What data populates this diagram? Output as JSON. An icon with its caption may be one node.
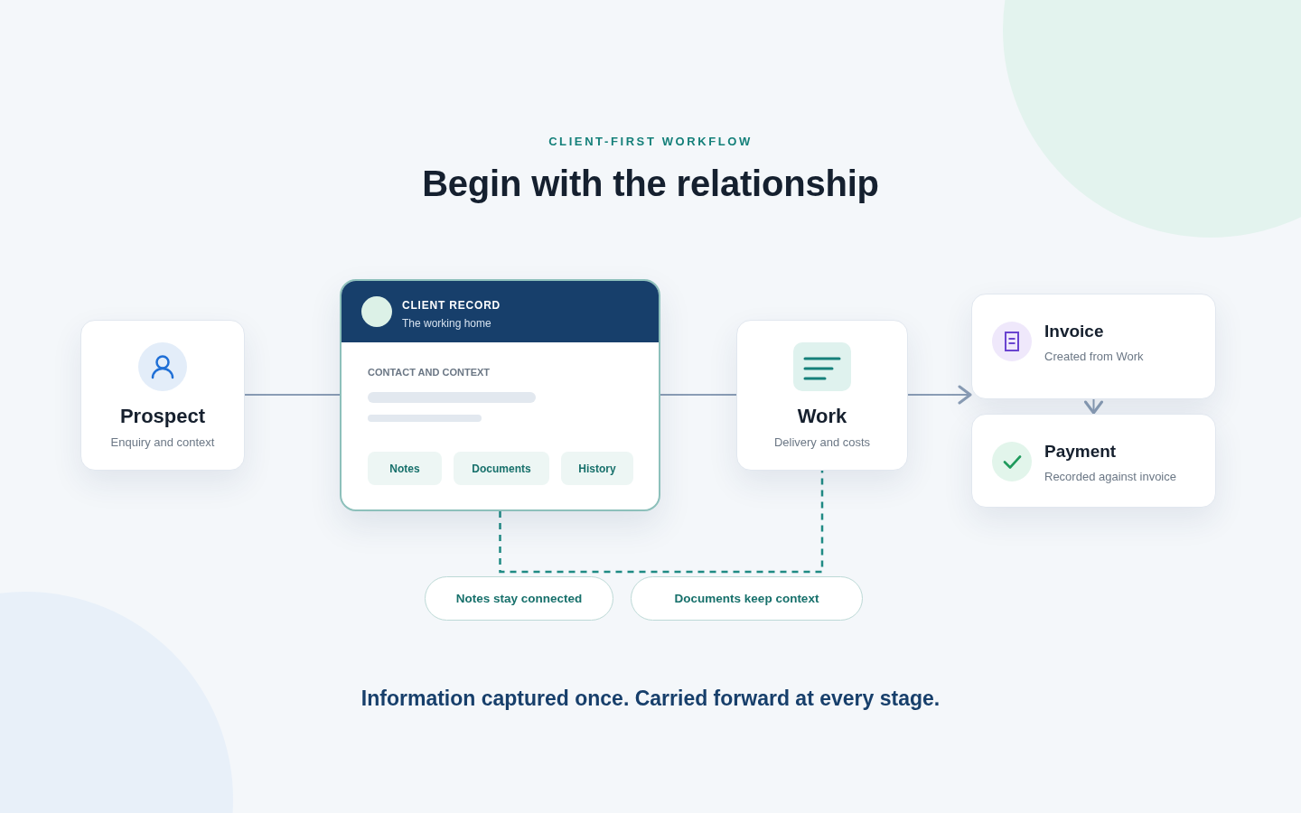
{
  "diagram": {
    "title": "Begin with the relationship",
    "caption": "Information captured once. Carried forward at every stage.",
    "nodes": [
      {
        "text": [
          "Prospect",
          "Enquiry and context"
        ]
      },
      {
        "text": [
          "CLIENT RECORD",
          "The working home",
          "CONTACT AND CONTEXT"
        ]
      },
      {
        "text": [
          "Notes"
        ],
        "in": 1
      },
      {
        "text": [
          "Documents"
        ],
        "in": 1
      },
      {
        "text": [
          "History"
        ],
        "in": 1
      },
      {
        "text": [
          "Work",
          "Delivery and costs"
        ]
      },
      {
        "text": [
          "Invoice",
          "Created from Work"
        ]
      },
      {
        "text": [
          "Payment",
          "Recorded against invoice"
        ]
      },
      {
        "text": [
          "Notes stay connected"
        ]
      },
      {
        "text": [
          "Documents keep context"
        ]
      }
    ],
    "edges": [
      {
        "from": 0,
        "to": 1,
        "arrow": "none"
      },
      {
        "from": 1,
        "to": 5,
        "arrow": "none"
      },
      {
        "from": 5,
        "to": 6,
        "arrow": "to"
      },
      {
        "from": 6,
        "to": 7,
        "arrow": "to"
      },
      {
        "from": 1,
        "to": 5,
        "arrow": "none",
        "style": "dashed",
        "color": "#1f8a84"
      }
    ],
    "labels": [
      "CLIENT-FIRST WORKFLOW"
    ]
  }
}
